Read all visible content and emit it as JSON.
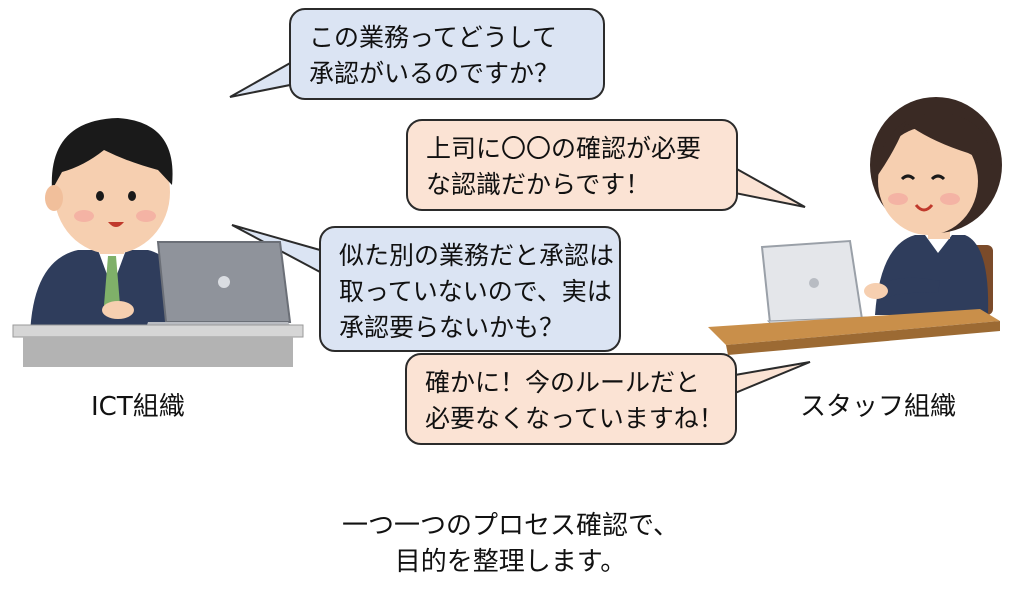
{
  "labels": {
    "ict": "ICT組織",
    "staff": "スタッフ組織"
  },
  "bubbles": {
    "b1": [
      "この業務ってどうして",
      "承認がいるのですか？"
    ],
    "b2": [
      "上司に〇〇の確認が必要",
      "な認識だからです！"
    ],
    "b3": [
      "似た別の業務だと承認は",
      "取っていないので、実は",
      "承認要らないかも？"
    ],
    "b4": [
      "確かに！今のルールだと",
      "必要なくなっていますね！"
    ]
  },
  "caption": [
    "一つ一つのプロセス確認で、",
    "目的を整理します。"
  ],
  "colors": {
    "blue_bubble": "#dbe4f3",
    "peach_bubble": "#fbe3d4",
    "outline": "#2b2b2b"
  }
}
